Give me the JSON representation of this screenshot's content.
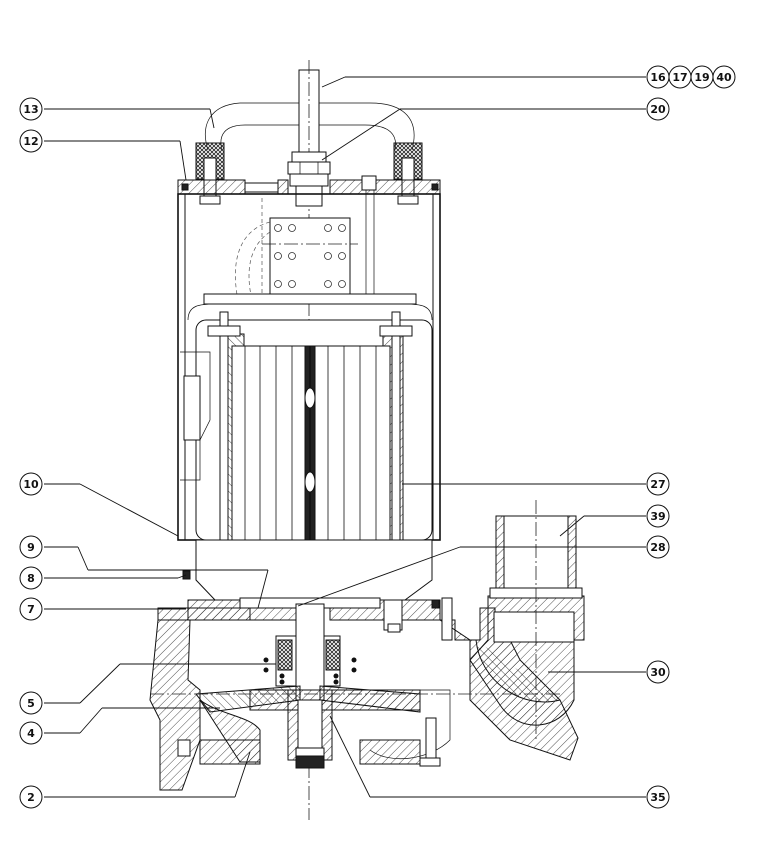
{
  "callouts": {
    "c13": "13",
    "c12": "12",
    "c10": "10",
    "c9": "9",
    "c8": "8",
    "c7": "7",
    "c5": "5",
    "c4": "4",
    "c2": "2",
    "c16": "16",
    "c17": "17",
    "c19": "19",
    "c40": "40",
    "c20": "20",
    "c27": "27",
    "c39": "39",
    "c28": "28",
    "c30": "30",
    "c35": "35"
  }
}
